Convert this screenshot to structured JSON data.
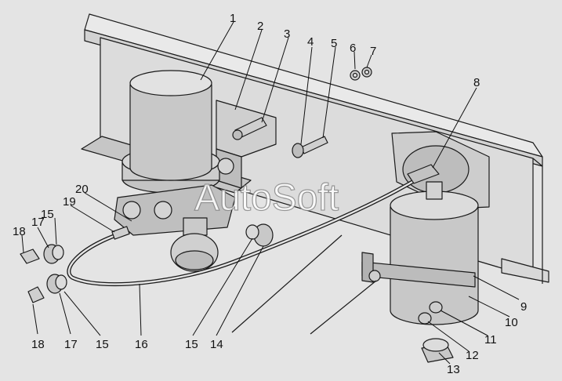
{
  "watermark": "AutoSoft",
  "callouts": [
    {
      "id": "c1",
      "label": "1"
    },
    {
      "id": "c2",
      "label": "2"
    },
    {
      "id": "c3",
      "label": "3"
    },
    {
      "id": "c4",
      "label": "4"
    },
    {
      "id": "c5",
      "label": "5"
    },
    {
      "id": "c6",
      "label": "6"
    },
    {
      "id": "c7",
      "label": "7"
    },
    {
      "id": "c8",
      "label": "8"
    },
    {
      "id": "c9",
      "label": "9"
    },
    {
      "id": "c10",
      "label": "10"
    },
    {
      "id": "c11",
      "label": "11"
    },
    {
      "id": "c12",
      "label": "12"
    },
    {
      "id": "c13",
      "label": "13"
    },
    {
      "id": "c14",
      "label": "14"
    },
    {
      "id": "c15a",
      "label": "15"
    },
    {
      "id": "c15b",
      "label": "15"
    },
    {
      "id": "c15c",
      "label": "15"
    },
    {
      "id": "c16",
      "label": "16"
    },
    {
      "id": "c17a",
      "label": "17"
    },
    {
      "id": "c17b",
      "label": "17"
    },
    {
      "id": "c18a",
      "label": "18"
    },
    {
      "id": "c18b",
      "label": "18"
    },
    {
      "id": "c19",
      "label": "19"
    },
    {
      "id": "c20",
      "label": "20"
    }
  ]
}
